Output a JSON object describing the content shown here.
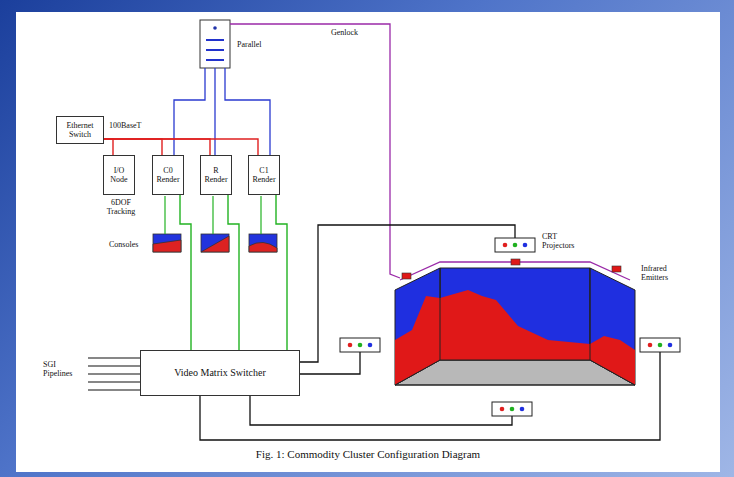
{
  "diagram": {
    "caption": "Fig. 1: Commodity Cluster Configuration Diagram",
    "nodes": [
      {
        "text": [
          "Ethernet Switch"
        ]
      },
      {
        "text": [
          "I/O",
          "Node"
        ]
      },
      {
        "text": [
          "C0",
          "Render"
        ]
      },
      {
        "text": [
          "R",
          "Render"
        ]
      },
      {
        "text": [
          "C1",
          "Render"
        ]
      },
      {
        "text": [
          "Video Matrix Switcher"
        ]
      }
    ],
    "edges": [
      {
        "from": 0,
        "to": 1,
        "arrow": "none"
      },
      {
        "from": 0,
        "to": 2,
        "arrow": "none"
      },
      {
        "from": 0,
        "to": 3,
        "arrow": "none"
      },
      {
        "from": 0,
        "to": 4,
        "arrow": "none"
      },
      {
        "from": 2,
        "to": 5,
        "arrow": "none"
      },
      {
        "from": 3,
        "to": 5,
        "arrow": "none"
      },
      {
        "from": 4,
        "to": 5,
        "arrow": "none"
      }
    ],
    "labels": [
      "Genlock",
      "Parallel",
      "100BaseT",
      "6DOF Tracking",
      "Consoles",
      "SGI Pipelines",
      "CRT Projectors",
      "Infrared Emitters"
    ]
  }
}
